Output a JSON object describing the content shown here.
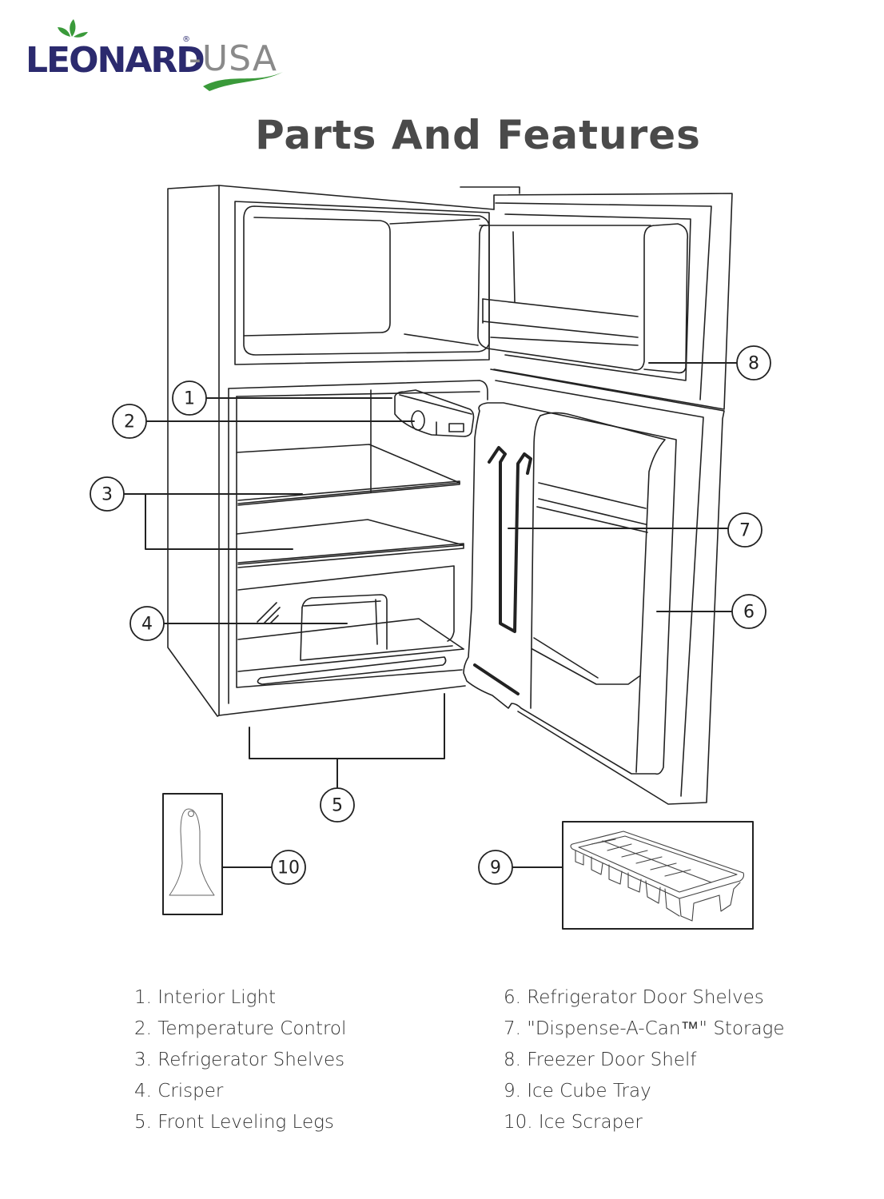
{
  "brand": {
    "name": "LEONARD",
    "registered_mark": "®",
    "suffix": "-USA",
    "colors": {
      "primary": "#2b2a6e",
      "secondary": "#8a8a8a",
      "leaf": "#3a9a3a"
    }
  },
  "page": {
    "title": "Parts And Features"
  },
  "callouts": [
    {
      "number": "1",
      "part": "Interior Light"
    },
    {
      "number": "2",
      "part": "Temperature Control"
    },
    {
      "number": "3",
      "part": "Refrigerator Shelves"
    },
    {
      "number": "4",
      "part": "Crisper"
    },
    {
      "number": "5",
      "part": "Front Leveling Legs"
    },
    {
      "number": "6",
      "part": "Refrigerator Door Shelves"
    },
    {
      "number": "7",
      "part": "\"Dispense-A-Can™\" Storage"
    },
    {
      "number": "8",
      "part": "Freezer Door Shelf"
    },
    {
      "number": "9",
      "part": "Ice Cube Tray"
    },
    {
      "number": "10",
      "part": "Ice Scraper"
    }
  ],
  "legend": {
    "left": [
      "1. Interior Light",
      "2. Temperature Control",
      "3. Refrigerator Shelves",
      "4. Crisper",
      "5. Front Leveling Legs"
    ],
    "right": [
      "6. Refrigerator Door Shelves",
      "7. \"Dispense-A-Can™\" Storage",
      "8. Freezer Door Shelf",
      "9. Ice Cube Tray",
      "10. Ice Scraper"
    ]
  }
}
